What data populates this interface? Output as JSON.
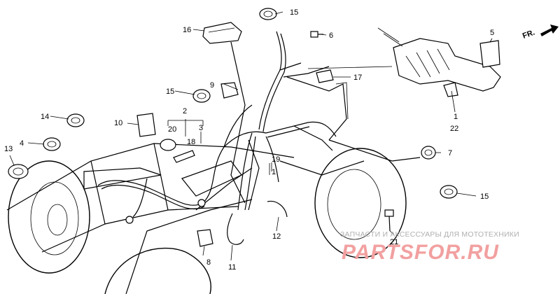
{
  "diagram": {
    "direction_label": "FR.",
    "callouts": {
      "c1a": "1",
      "c1b": "1",
      "c2": "2",
      "c3": "3",
      "c4": "4",
      "c5": "5",
      "c6": "6",
      "c7": "7",
      "c8": "8",
      "c9": "9",
      "c10": "10",
      "c11": "11",
      "c12": "12",
      "c13": "13",
      "c14": "14",
      "c15a": "15",
      "c15b": "15",
      "c15c": "15",
      "c16": "16",
      "c17": "17",
      "c18": "18",
      "c19": "19",
      "c20": "20",
      "c21": "21",
      "c22": "22"
    }
  },
  "watermark": {
    "tagline": "ЗАПЧАСТИ И АКСЕССУАРЫ ДЛЯ МОТОТЕХНИКИ",
    "logo": "PARTSFOR.RU"
  }
}
